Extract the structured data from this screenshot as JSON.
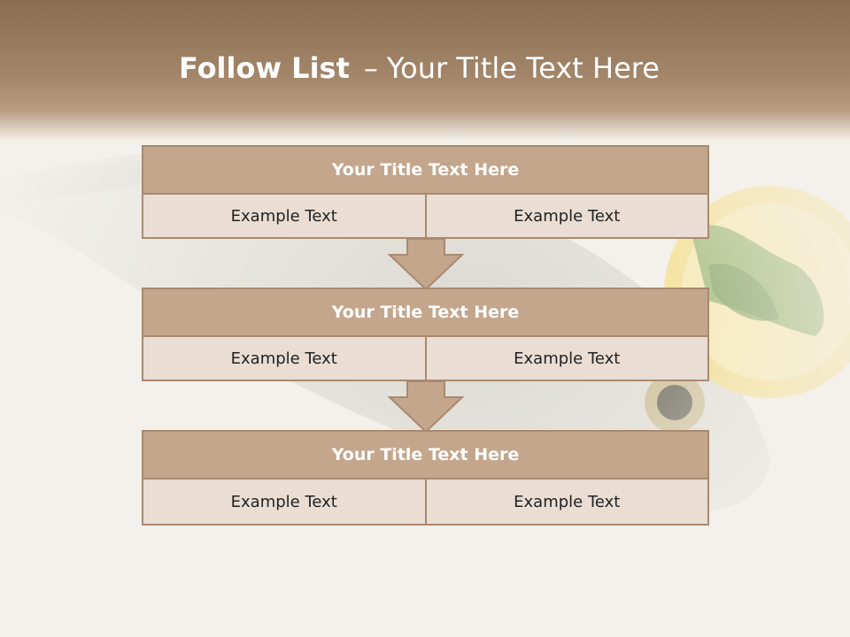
{
  "slide": {
    "title_bold": "Follow List",
    "title_sep": "–",
    "title_rest": "Your Title Text Here"
  },
  "steps": [
    {
      "title": "Your Title Text Here",
      "left": "Example Text",
      "right": "Example Text"
    },
    {
      "title": "Your Title Text Here",
      "left": "Example Text",
      "right": "Example Text"
    },
    {
      "title": "Your Title Text Here",
      "left": "Example Text",
      "right": "Example Text"
    }
  ],
  "colors": {
    "header_brown": "#8a6e52",
    "box_title": "#c3a68c",
    "box_cell": "#e9ddd4",
    "border": "#a88a70"
  }
}
